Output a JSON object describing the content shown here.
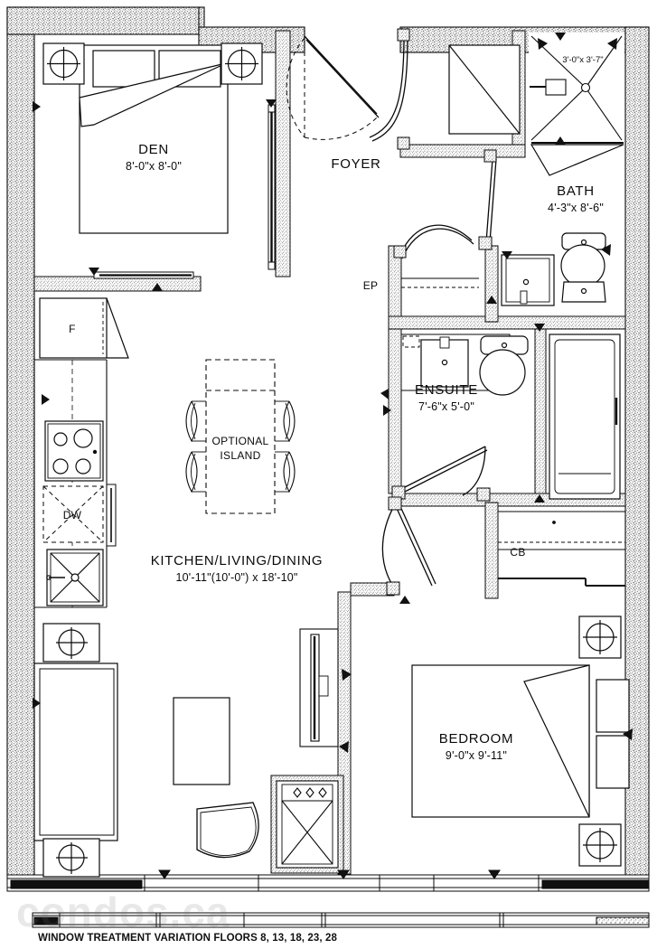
{
  "plan": {
    "caption": "WINDOW TREATMENT VARIATION FLOORS  8, 13, 18, 23, 28",
    "watermark": "condos.ca",
    "colors": {
      "line": "#0a0a0a",
      "wall_hatch": "#8a8a8a",
      "paper": "#ffffff",
      "text": "#0a0a0a"
    }
  },
  "rooms": [
    {
      "id": "den",
      "name": "DEN",
      "dimensions": "8'-0\"x 8'-0\""
    },
    {
      "id": "foyer",
      "name": "FOYER",
      "dimensions": ""
    },
    {
      "id": "bath",
      "name": "BATH",
      "dimensions": "4'-3\"x 8'-6\""
    },
    {
      "id": "ensuite",
      "name": "ENSUITE",
      "dimensions": "7'-6\"x 5'-0\""
    },
    {
      "id": "kld",
      "name": "KITCHEN/LIVING/DINING",
      "dimensions": "10'-11\"(10'-0\") x 18'-10\""
    },
    {
      "id": "bedroom",
      "name": "BEDROOM",
      "dimensions": "9'-0\"x 9'-11\""
    }
  ],
  "annotations": [
    {
      "id": "closet_dim",
      "text": "3'-0\"x 3'-7\""
    },
    {
      "id": "ep",
      "text": "EP"
    },
    {
      "id": "cb",
      "text": "CB"
    },
    {
      "id": "fridge",
      "text": "F"
    },
    {
      "id": "dishwasher",
      "text": "DW"
    }
  ],
  "features": [
    {
      "id": "optional_island",
      "line1": "OPTIONAL",
      "line2": "ISLAND"
    }
  ]
}
